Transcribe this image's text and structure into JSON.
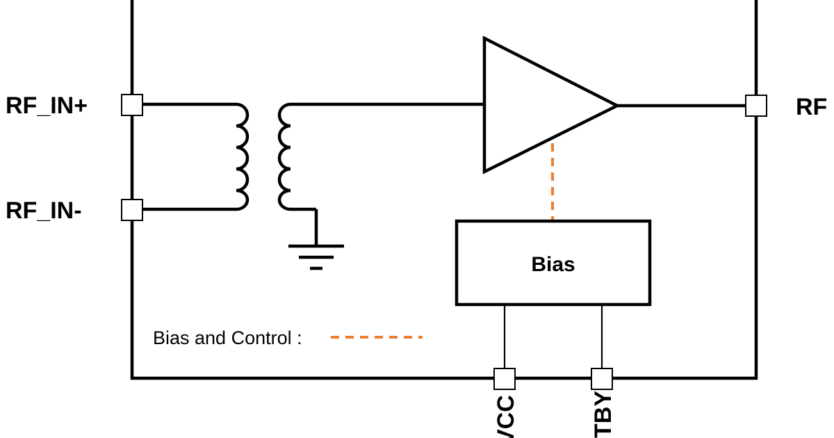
{
  "pins": {
    "rf_in_plus": "RF_IN+",
    "rf_in_minus": "RF_IN-",
    "rf_out": "RF",
    "vcc": "VCC",
    "stby": "TBY"
  },
  "blocks": {
    "bias": "Bias"
  },
  "legend": {
    "label": "Bias and Control :"
  },
  "colors": {
    "line": "#000000",
    "bias_control": "#ed7d31",
    "background": "#ffffff"
  },
  "symbols": [
    "transformer",
    "ground",
    "amplifier-triangle",
    "bias-block"
  ]
}
